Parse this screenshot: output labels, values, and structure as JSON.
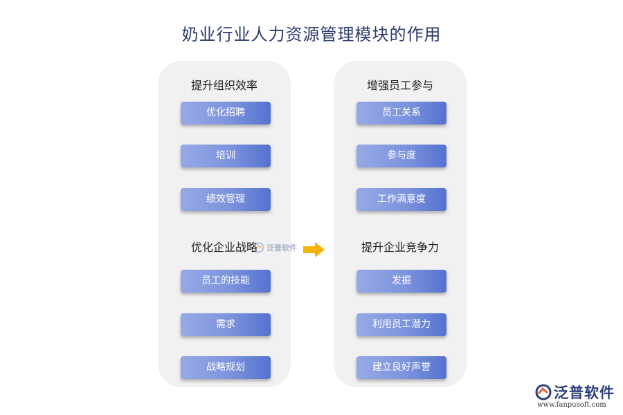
{
  "title": "奶业行业人力资源管理模块的作用",
  "left_panel": {
    "section1": {
      "heading": "提升组织效率",
      "items": [
        "优化招聘",
        "培训",
        "绩效管理"
      ]
    },
    "section2": {
      "heading": "优化企业战略",
      "items": [
        "员工的技能",
        "需求",
        "战略规划"
      ]
    }
  },
  "right_panel": {
    "section1": {
      "heading": "增强员工参与",
      "items": [
        "员工关系",
        "参与度",
        "工作满意度"
      ]
    },
    "section2": {
      "heading": "提升企业竞争力",
      "items": [
        "发掘",
        "利用员工潜力",
        "建立良好声誉"
      ]
    }
  },
  "watermark": {
    "center_text": "泛普软件"
  },
  "brand": {
    "name": "泛普软件",
    "url": "www.fanpusoft.com"
  },
  "colors": {
    "box_gradient_start": "#97a9e6",
    "box_gradient_end": "#5572cf",
    "arrow": "#f5b400",
    "panel_bg": "#f1f1f1",
    "title": "#2d3b6e"
  },
  "icons": {
    "arrow": "right-arrow-icon",
    "logo": "fanpu-logo-icon"
  }
}
